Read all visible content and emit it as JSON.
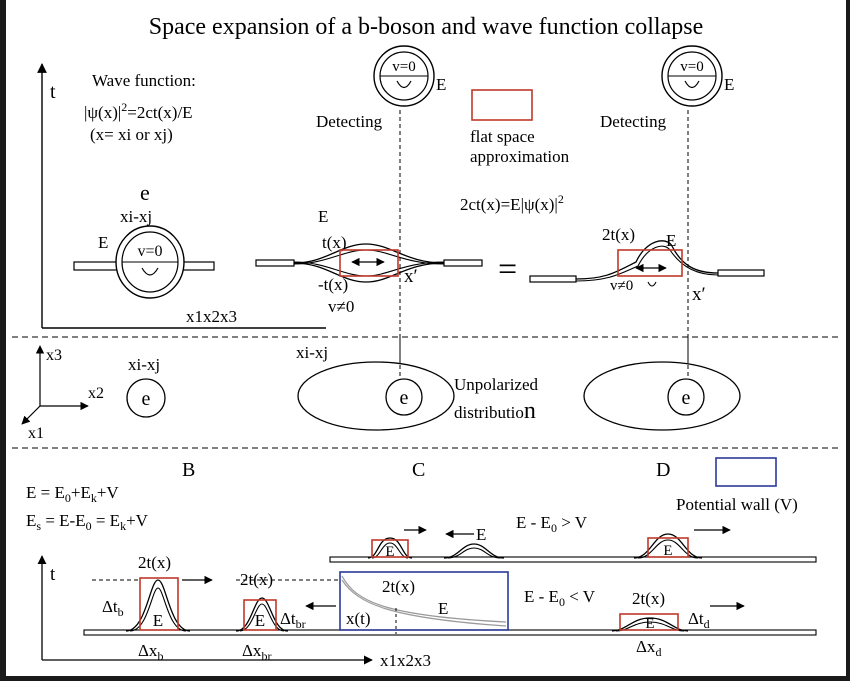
{
  "title": "Space expansion of a b-boson and wave function collapse",
  "panelA": {
    "t_axis": "t",
    "wf_line1": "Wave function:",
    "wf_line2_pre": "|ψ(x)|",
    "wf_line2_sup": "2",
    "wf_line2_post": "=2ct(x)/E",
    "wf_line3": "(x= xi or xj)",
    "e_label": "e",
    "xixj": "xi-xj",
    "E": "E",
    "v0": "v=0",
    "axis_x": "x1x2x3"
  },
  "panelB": {
    "E": "E",
    "tx": "t(x)",
    "neg_tx": "-t(x)",
    "v_ne0": "v≠0",
    "xprime": "x′",
    "detecting": "Detecting",
    "v0": "v=0",
    "E_top": "E"
  },
  "legend": {
    "flat_line1": "flat space",
    "flat_line2": "approximation",
    "eq_pre": "2ct(x)=E|ψ(x)|",
    "eq_sup": "2"
  },
  "equals": "=",
  "panelC": {
    "detecting": "Detecting",
    "v0": "v=0",
    "E_top": "E",
    "tx2": "2t(x)",
    "E": "E",
    "v_ne0": "v≠0",
    "xprime": "x′"
  },
  "row2": {
    "x3": "x3",
    "x2": "x2",
    "x1": "x1",
    "xixj_left": "xi-xj",
    "xixj_mid": "xi-xj",
    "e": "e",
    "unpol1": "Unpolarized",
    "unpol2": "distributio",
    "unpol2_big": "n"
  },
  "row3": {
    "B": "B",
    "C": "C",
    "D": "D",
    "eq1": "E = E",
    "eq1_s0": "0",
    "eq1_mid": "+E",
    "eq1_sk": "k",
    "eq1_end": "+V",
    "eq2_E": "E",
    "eq2_s": "s",
    "eq2_a": " = E-E",
    "eq2_s0": "0",
    "eq2_b": " = E",
    "eq2_sk": "k",
    "eq2_c": "+V",
    "potential_wall": "Potential wall (V)",
    "t_axis": "t",
    "axis_x": "x1x2x3",
    "twotx": "2t(x)",
    "E": "E",
    "dt": "Δt",
    "dt_b": "b",
    "dt_br": "br",
    "dt_d": "d",
    "dx": "Δx",
    "dx_b": "b",
    "dx_br": "br",
    "dx_d": "d",
    "xt": "x(t)",
    "gt_pre": "E - E",
    "gt_sub": "0",
    "gt_post": " > V",
    "lt_pre": "E - E",
    "lt_sub": "0",
    "lt_post": " < V"
  },
  "colors": {
    "red_box": "#c0392b",
    "blue_box": "#2a3a9a",
    "gray_curve": "#9a9a9a"
  }
}
